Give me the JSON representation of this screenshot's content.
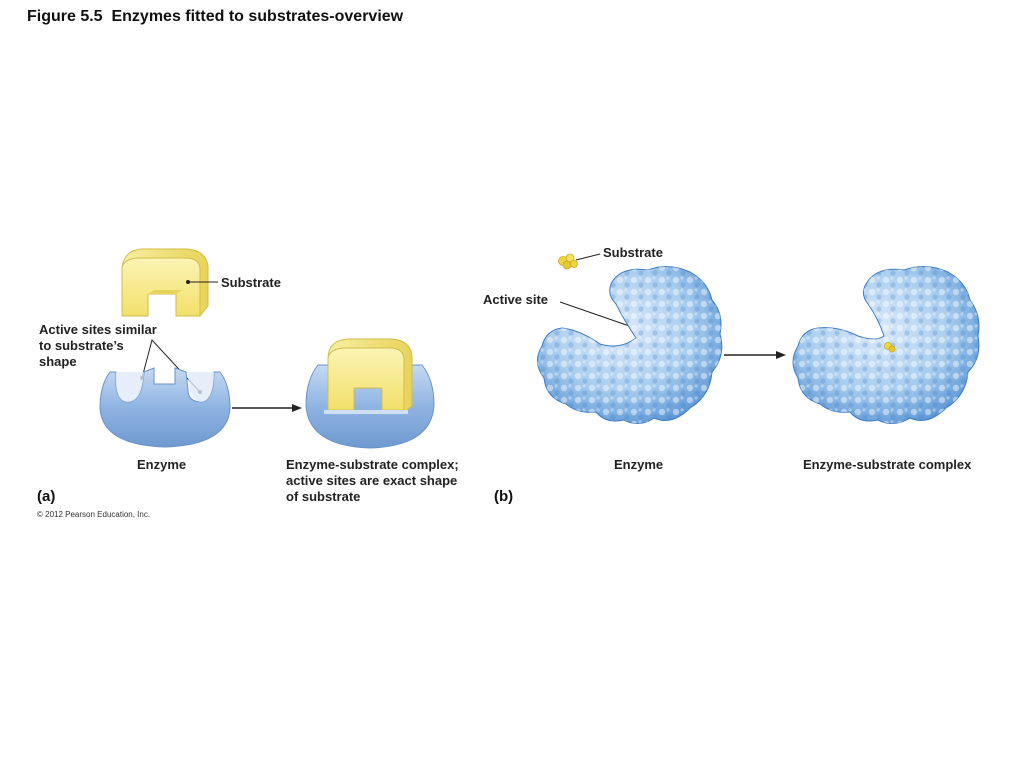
{
  "page": {
    "title": "Figure 5.5  Enzymes fitted to substrates-overview"
  },
  "panel_a": {
    "label": "(a)",
    "substrate_label": "Substrate",
    "active_sites_lines": [
      "Active sites similar",
      "to substrate’s",
      "shape"
    ],
    "enzyme_label": "Enzyme",
    "complex_lines": [
      "Enzyme-substrate complex;",
      "active sites are exact shape",
      "of substrate"
    ]
  },
  "panel_b": {
    "label": "(b)",
    "substrate_label": "Substrate",
    "active_site_label": "Active site",
    "enzyme_label": "Enzyme",
    "complex_label": "Enzyme-substrate complex"
  },
  "copyright": "© 2012 Pearson Education, Inc.",
  "colors": {
    "enzyme_blue": "#8fb4e2",
    "substrate_yellow": "#f6ea8a",
    "protein_blue": "#a9cdef"
  }
}
